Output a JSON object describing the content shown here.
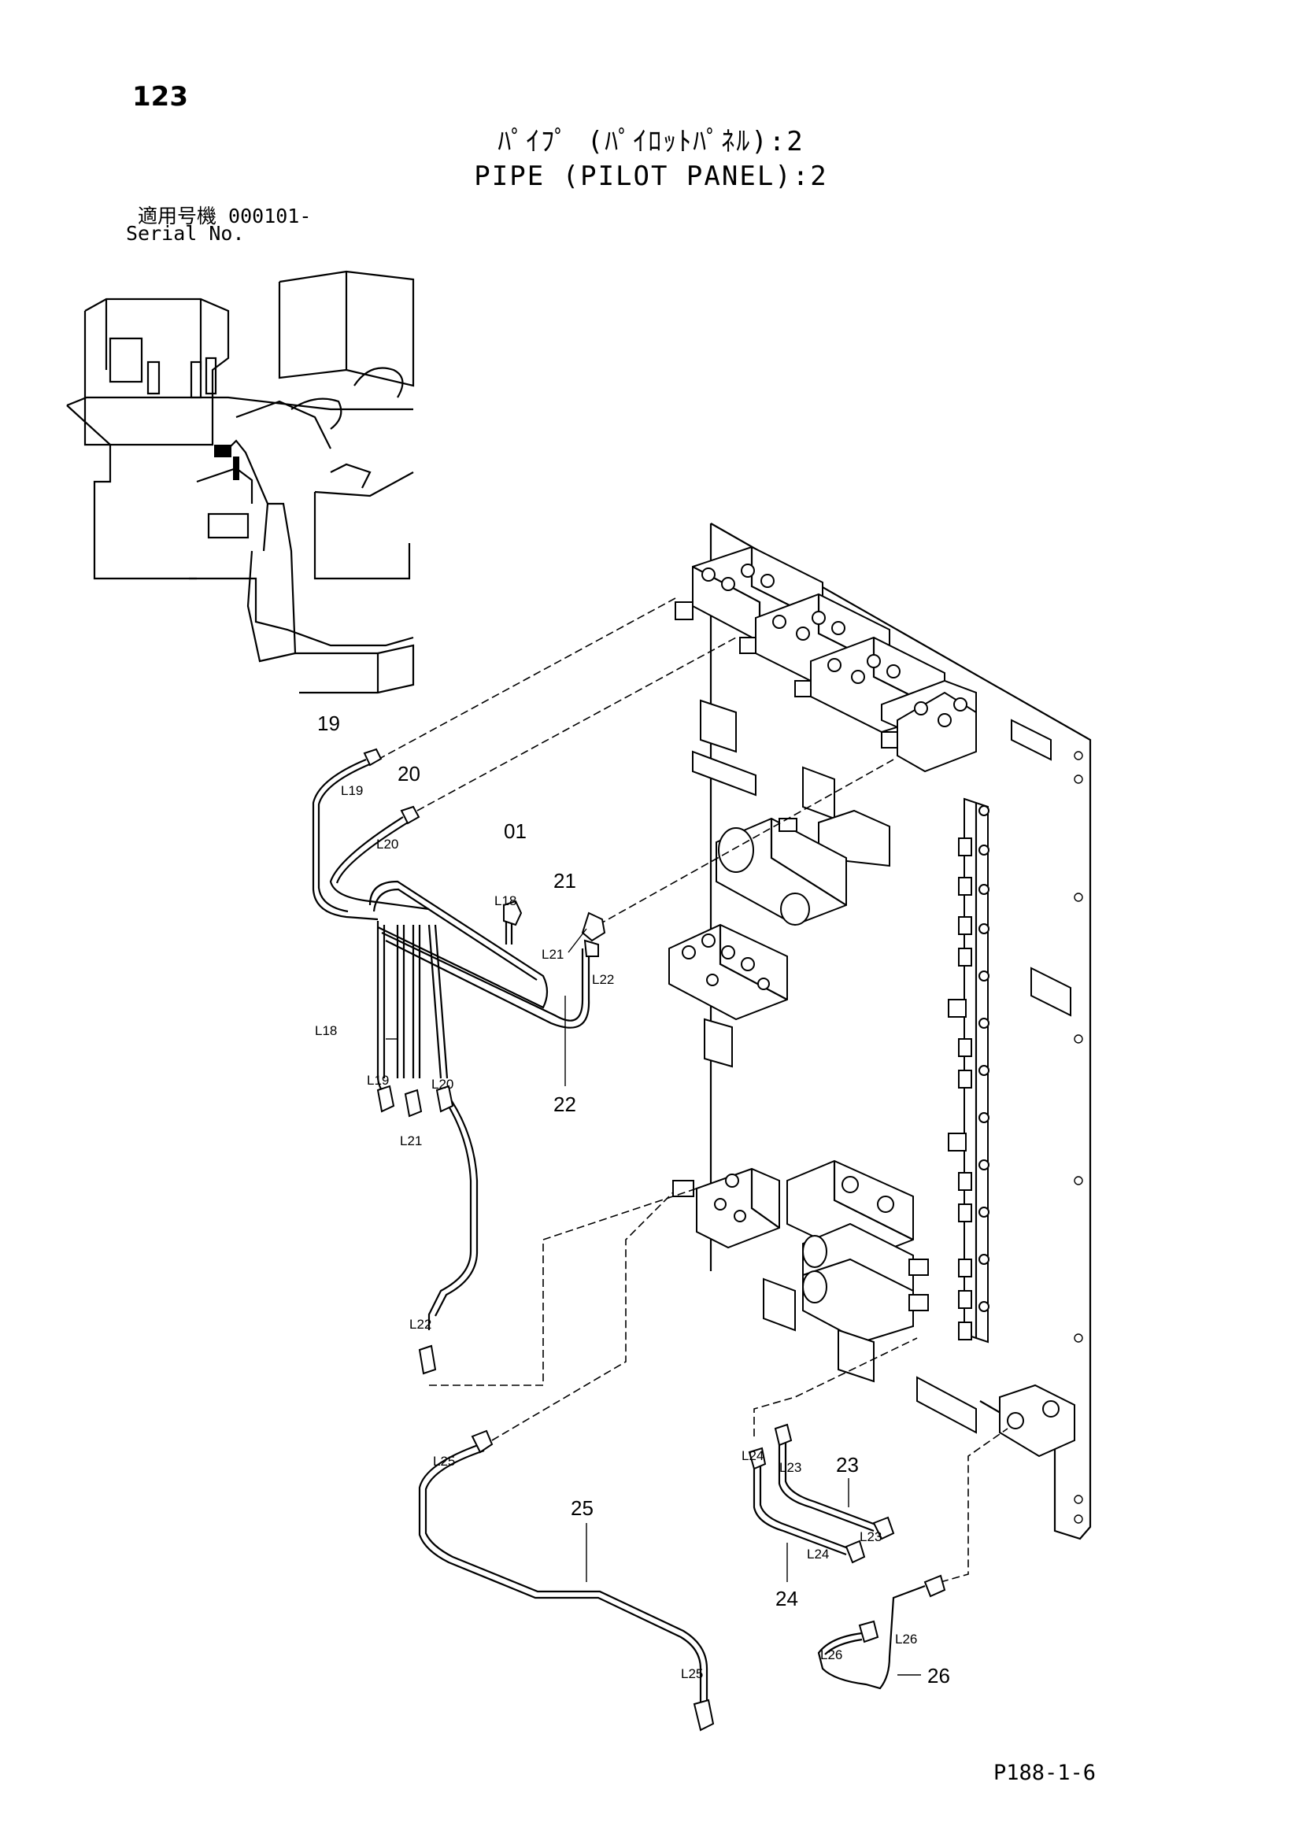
{
  "header": {
    "page_number": "123",
    "title_jp": "ﾊﾟｲﾌﾟ (ﾊﾟｲﾛｯﾄﾊﾟﾈﾙ):2",
    "title_en": "PIPE (PILOT PANEL):2",
    "serial_label_jp": "適用号機  000101-",
    "serial_label_en": "Serial No."
  },
  "callouts": {
    "c19": "19",
    "c20": "20",
    "c01": "01",
    "c21": "21",
    "c22": "22",
    "c23": "23",
    "c24": "24",
    "c25": "25",
    "c26": "26"
  },
  "connection_labels": {
    "L19a": "L19",
    "L20a": "L20",
    "L18a": "L18",
    "L21a": "L21",
    "L22a": "L22",
    "L18b": "L18",
    "L19b": "L19",
    "L20b": "L20",
    "L21b": "L21",
    "L22b": "L22",
    "L25a": "L25",
    "L25b": "L25",
    "L23a": "L23",
    "L24a": "L24",
    "L23b": "L23",
    "L24b": "L24",
    "L26a": "L26",
    "L26b": "L26"
  },
  "footer": {
    "page_code": "P188-1-6"
  }
}
